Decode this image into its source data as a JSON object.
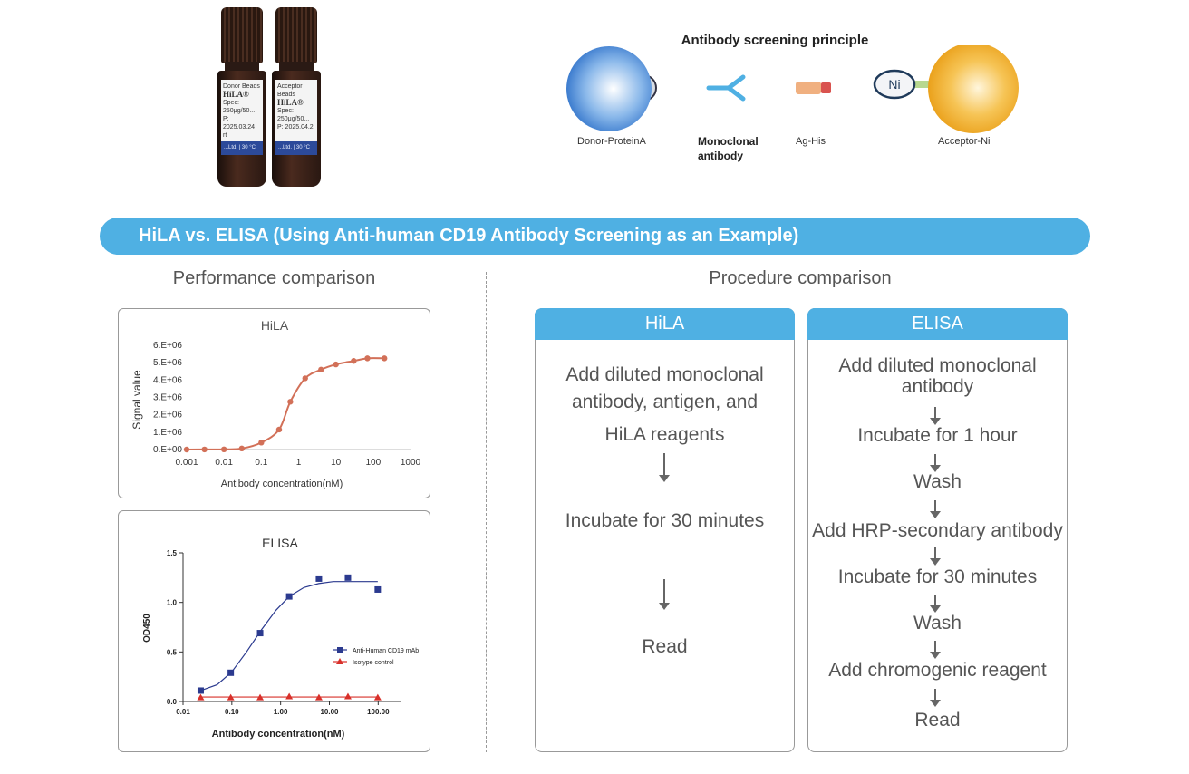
{
  "vials": [
    {
      "label_top": "Donor Beads",
      "brand": "HiLA®",
      "spec": "Spec: 250μg/50...",
      "lot": "P: 2025.03.24",
      "extra": "rt",
      "stripe": "...Ltd. | 30 °C"
    },
    {
      "label_top": "Acceptor Beads",
      "brand": "HiLA®",
      "spec": "Spec: 250μg/50...",
      "lot": "P: 2025.04.2",
      "extra": "",
      "stripe": "...Ltd. | 30 °C"
    }
  ],
  "principle": {
    "title": "Antibody screening principle",
    "donor_label": "Donor-ProteinA",
    "antibody_label_1": "Monoclonal",
    "antibody_label_2": "antibody",
    "antigen_label": "Ag-His",
    "acceptor_label": "Acceptor-Ni",
    "ni_text": "Ni",
    "colors": {
      "donor": "#3a7fd0",
      "acceptor": "#f0a818",
      "antibody": "#4fb0e3",
      "antigen": "#e8a070",
      "his_tag": "#d9534f"
    }
  },
  "banner": "HiLA vs. ELISA (Using Anti-human CD19 Antibody Screening as an Example)",
  "performance_title": "Performance comparison",
  "procedure_title": "Procedure comparison",
  "chart_data": [
    {
      "type": "line",
      "title": "HiLA",
      "xlabel": "Antibody concentration(nM)",
      "ylabel": "Signal value",
      "x_scale": "log",
      "xlim": [
        0.001,
        1000
      ],
      "x_ticks": [
        "0.001",
        "0.01",
        "0.1",
        "1",
        "10",
        "100",
        "1000"
      ],
      "ylim": [
        0,
        6000000
      ],
      "y_ticks": [
        "0.E+00",
        "1.E+06",
        "2.E+06",
        "3.E+06",
        "4.E+06",
        "5.E+06",
        "6.E+06"
      ],
      "series": [
        {
          "color": "#d27058",
          "x": [
            0.001,
            0.003,
            0.01,
            0.03,
            0.1,
            0.3,
            0.6,
            1.5,
            4,
            10,
            30,
            70,
            200
          ],
          "y": [
            0,
            5000,
            10000,
            60000,
            400000,
            1150000,
            2750000,
            4100000,
            4600000,
            4900000,
            5100000,
            5250000,
            5250000
          ]
        }
      ]
    },
    {
      "type": "scatter",
      "title": "ELISA",
      "xlabel": "Antibody concentration(nM)",
      "ylabel": "OD450",
      "x_scale": "log",
      "xlim": [
        0.01,
        300
      ],
      "x_ticks": [
        "0.01",
        "0.10",
        "1.00",
        "10.00",
        "100.00"
      ],
      "ylim": [
        0,
        1.5
      ],
      "y_ticks": [
        "0.0",
        "0.5",
        "1.0",
        "1.5"
      ],
      "legend_position": "right",
      "series": [
        {
          "name": "Anti-Human CD19 mAb",
          "color": "#2b3a8f",
          "marker": "square",
          "x": [
            0.023,
            0.095,
            0.38,
            1.5,
            6.1,
            24,
            98
          ],
          "y": [
            0.11,
            0.29,
            0.69,
            1.06,
            1.24,
            1.25,
            1.13
          ],
          "fit_x": [
            0.023,
            0.05,
            0.1,
            0.2,
            0.4,
            0.8,
            1.5,
            3,
            6,
            12,
            25,
            50,
            98
          ],
          "fit_y": [
            0.11,
            0.17,
            0.3,
            0.5,
            0.72,
            0.92,
            1.06,
            1.15,
            1.19,
            1.21,
            1.21,
            1.21,
            1.21
          ]
        },
        {
          "name": "Isotype control",
          "color": "#d8302a",
          "marker": "triangle",
          "x": [
            0.023,
            0.095,
            0.38,
            1.5,
            6.1,
            24,
            98
          ],
          "y": [
            0.04,
            0.04,
            0.04,
            0.05,
            0.04,
            0.05,
            0.04
          ]
        }
      ]
    }
  ],
  "hila_procedure": {
    "header": "HiLA",
    "steps": [
      "Add diluted monoclonal",
      "antibody, antigen, and",
      "HiLA reagents",
      "Incubate for 30 minutes",
      "Read"
    ]
  },
  "elisa_procedure": {
    "header": "ELISA",
    "steps": [
      "Add diluted monoclonal",
      "antibody",
      "Incubate for 1 hour",
      "Wash",
      "Add HRP-secondary antibody",
      "Incubate for 30 minutes",
      "Wash",
      "Add chromogenic reagent",
      "Read"
    ]
  }
}
